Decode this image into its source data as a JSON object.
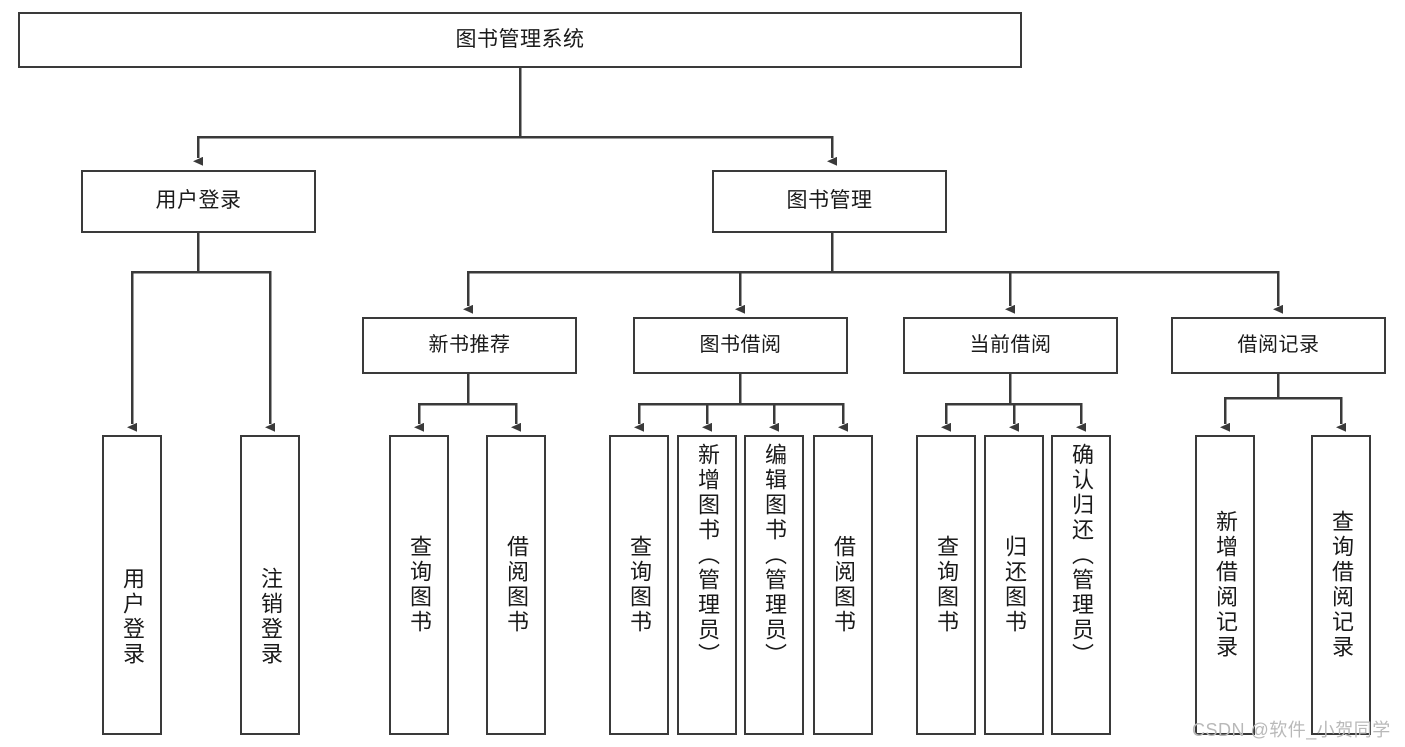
{
  "diagram": {
    "title": "图书管理系统",
    "type": "tree",
    "stroke_color": "#3a3a3a",
    "box_fill": "#ffffff",
    "text_color": "#1a1a1a",
    "root": {
      "id": "root",
      "label": "图书管理系统"
    },
    "level2": [
      {
        "id": "user-login",
        "label": "用户登录"
      },
      {
        "id": "book-manage",
        "label": "图书管理"
      }
    ],
    "level3": [
      {
        "id": "new-book-recommend",
        "label": "新书推荐",
        "parent": "book-manage"
      },
      {
        "id": "book-borrow",
        "label": "图书借阅",
        "parent": "book-manage"
      },
      {
        "id": "current-borrow",
        "label": "当前借阅",
        "parent": "book-manage"
      },
      {
        "id": "borrow-record",
        "label": "借阅记录",
        "parent": "book-manage"
      }
    ],
    "leaves": [
      {
        "id": "leaf-user-login",
        "label": "用户登录",
        "parent": "user-login"
      },
      {
        "id": "leaf-user-logout",
        "label": "注销登录",
        "parent": "user-login"
      },
      {
        "id": "leaf-query-book-1",
        "label": "查询图书",
        "parent": "new-book-recommend"
      },
      {
        "id": "leaf-borrow-book-1",
        "label": "借阅图书",
        "parent": "new-book-recommend"
      },
      {
        "id": "leaf-query-book-2",
        "label": "查询图书",
        "parent": "book-borrow"
      },
      {
        "id": "leaf-add-book",
        "label": "新增图书（管理员）",
        "parent": "book-borrow"
      },
      {
        "id": "leaf-edit-book",
        "label": "编辑图书（管理员）",
        "parent": "book-borrow"
      },
      {
        "id": "leaf-borrow-book-2",
        "label": "借阅图书",
        "parent": "book-borrow"
      },
      {
        "id": "leaf-query-book-3",
        "label": "查询图书",
        "parent": "current-borrow"
      },
      {
        "id": "leaf-return-book",
        "label": "归还图书",
        "parent": "current-borrow"
      },
      {
        "id": "leaf-confirm-return",
        "label": "确认归还（管理员）",
        "parent": "current-borrow"
      },
      {
        "id": "leaf-add-record",
        "label": "新增借阅记录",
        "parent": "borrow-record"
      },
      {
        "id": "leaf-query-record",
        "label": "查询借阅记录",
        "parent": "borrow-record"
      }
    ]
  },
  "watermark": {
    "text": "CSDN @软件_小贺同学"
  }
}
